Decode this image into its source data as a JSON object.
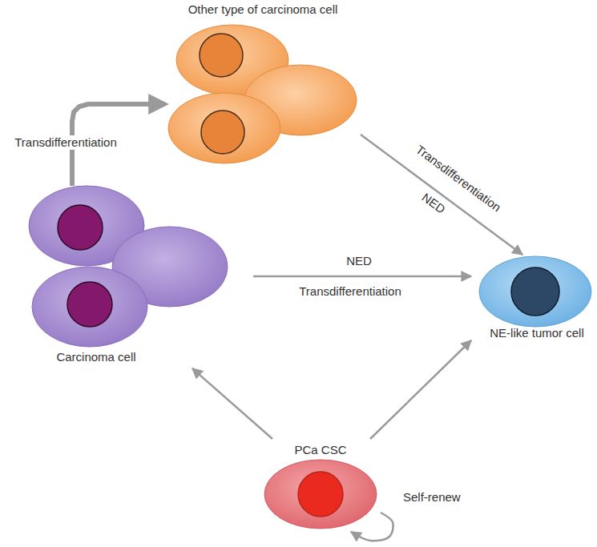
{
  "diagram": {
    "nodes": [
      {
        "text": [
          "Other type of carcinoma cell"
        ]
      },
      {
        "text": [
          "Carcinoma cell"
        ]
      },
      {
        "text": [
          "NE-like tumor cell"
        ]
      },
      {
        "text": [
          "PCa CSC"
        ]
      }
    ],
    "edges": [
      {
        "from": 1,
        "to": 0,
        "arrow": "to",
        "label": "Transdifferentiation"
      },
      {
        "from": 0,
        "to": 2,
        "arrow": "to",
        "label": "Transdifferentiation"
      },
      {
        "from": 1,
        "to": 2,
        "arrow": "to",
        "label": "NED"
      },
      {
        "from": 3,
        "to": 1,
        "arrow": "to"
      },
      {
        "from": 3,
        "to": 2,
        "arrow": "to"
      },
      {
        "from": 3,
        "to": 3,
        "arrow": "to",
        "label": "Self-renew"
      }
    ],
    "labels": [
      "NED",
      "Transdifferentiation"
    ]
  }
}
